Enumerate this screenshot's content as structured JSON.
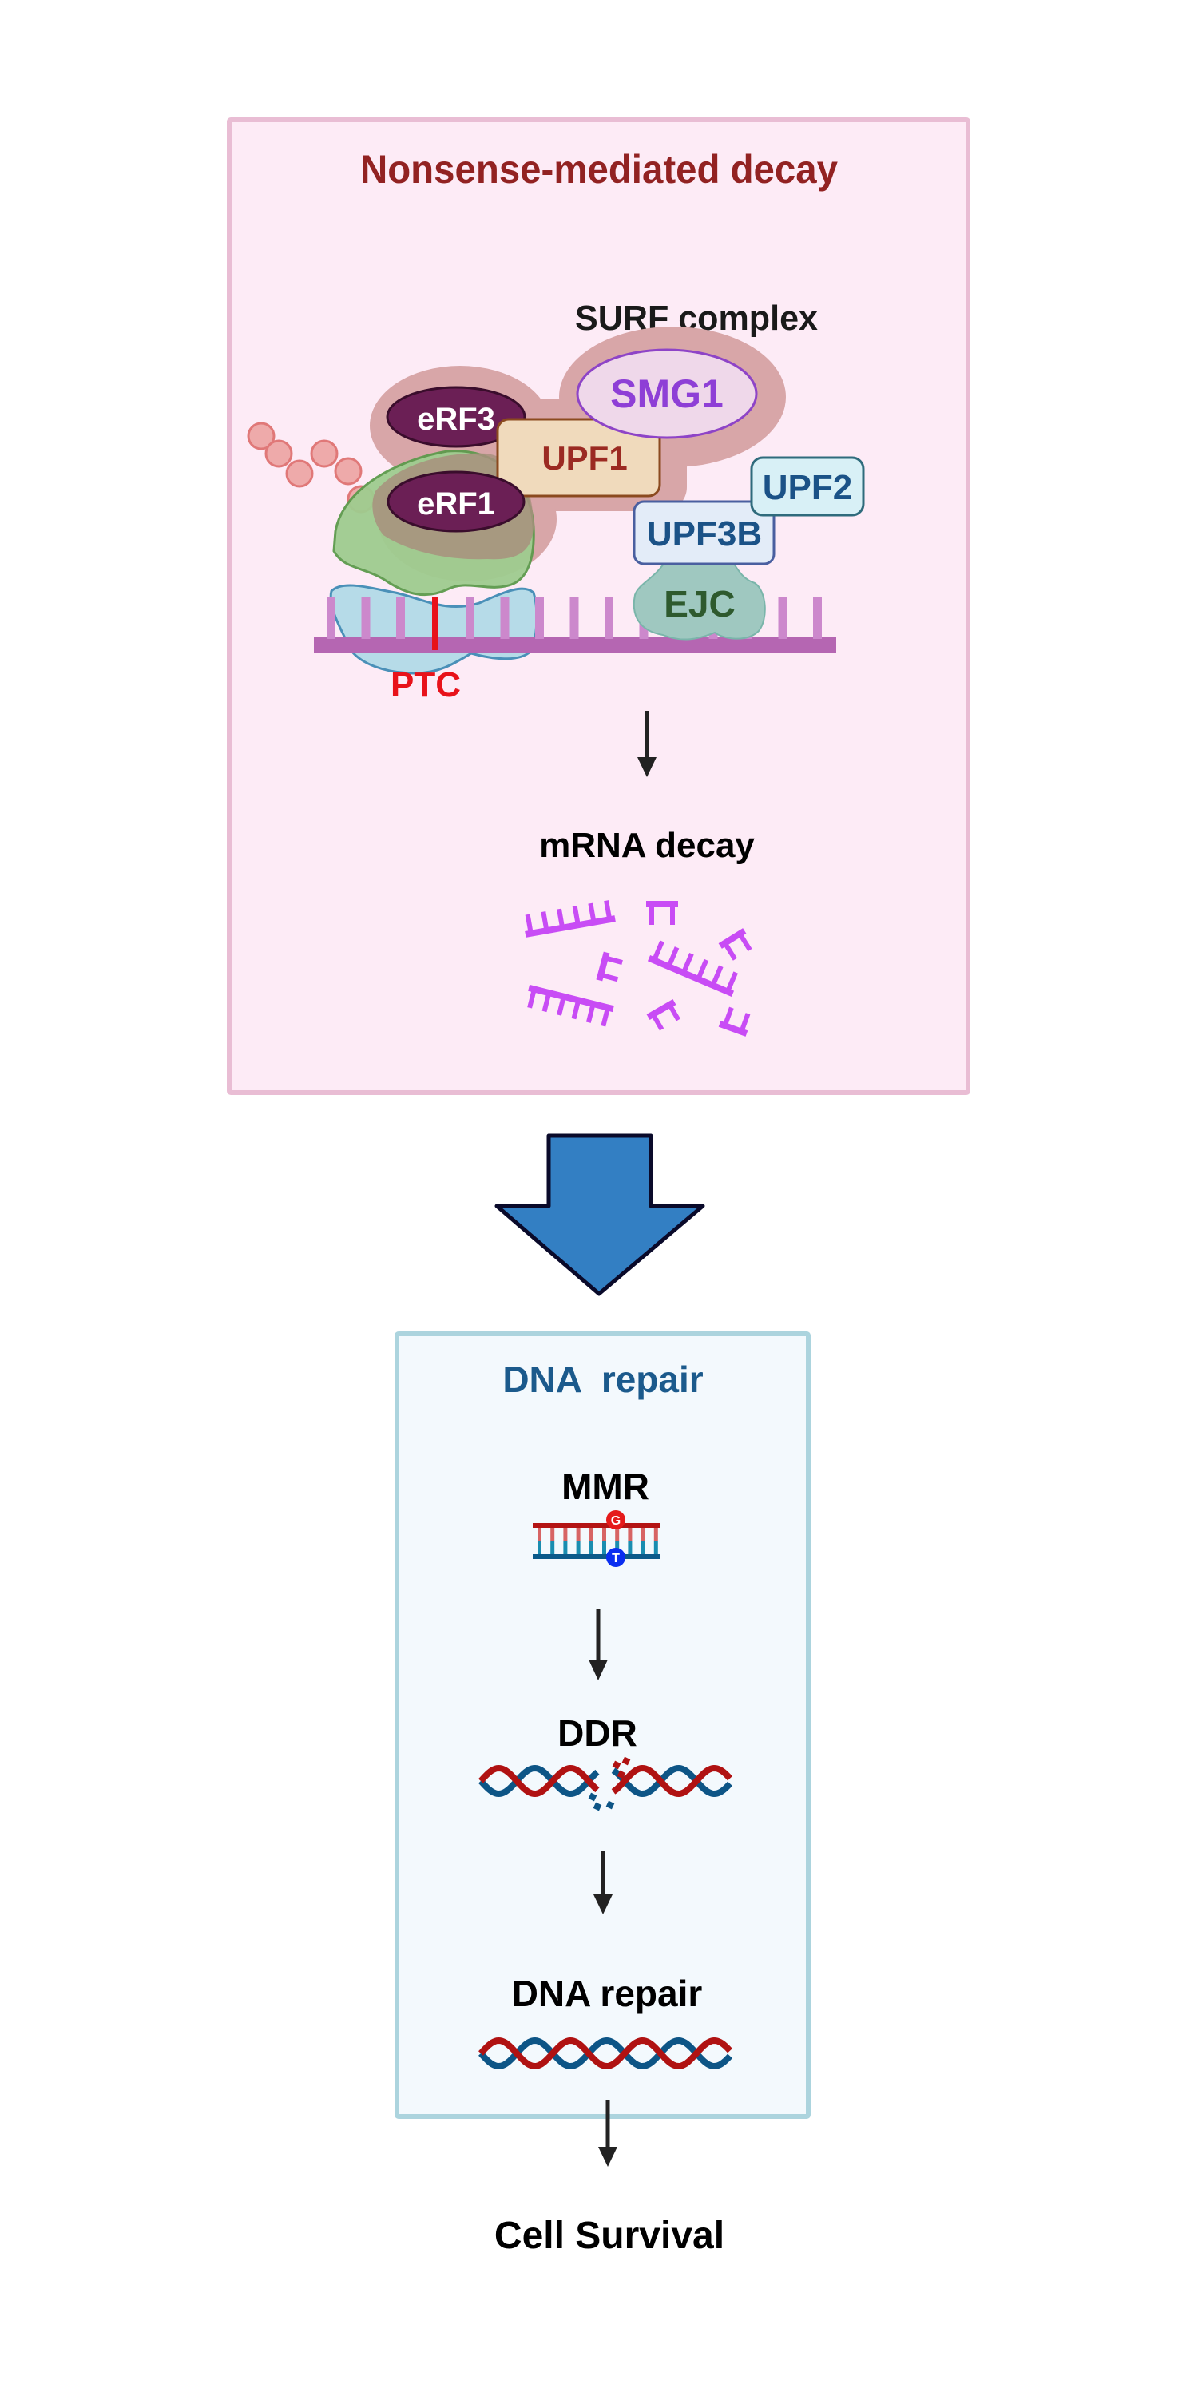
{
  "nmd_panel": {
    "title": "Nonsense-mediated decay",
    "complex_label": "SURF complex",
    "proteins": {
      "erf3": "eRF3",
      "erf1": "eRF1",
      "upf1": "UPF1",
      "smg1": "SMG1",
      "upf2": "UPF2",
      "upf3b": "UPF3B",
      "ejc": "EJC"
    },
    "ptc_label": "PTC",
    "outcome_label": "mRNA decay"
  },
  "dna_repair_panel": {
    "title": "DNA  repair",
    "steps": [
      {
        "label": "MMR",
        "icon": "mismatch-dna-icon",
        "mismatch_top": "G",
        "mismatch_bottom": "T"
      },
      {
        "label": "DDR",
        "icon": "damaged-dna-helix-icon"
      },
      {
        "label": "DNA repair",
        "icon": "intact-dna-helix-icon"
      }
    ]
  },
  "final_outcome": "Cell Survival",
  "colors": {
    "nmd_title": "#922222",
    "nmd_panel_fill": "#fdebf6",
    "nmd_panel_border": "#e9bdd4",
    "repair_title": "#1b5a8c",
    "repair_panel_fill": "#f3f9fd",
    "repair_panel_border": "#acd4de",
    "big_arrow_fill": "#337fc3",
    "ptc": "#e8121a",
    "rna_fragment": "#c84cf5",
    "dna_red": "#b01212",
    "dna_blue": "#0d5586"
  }
}
